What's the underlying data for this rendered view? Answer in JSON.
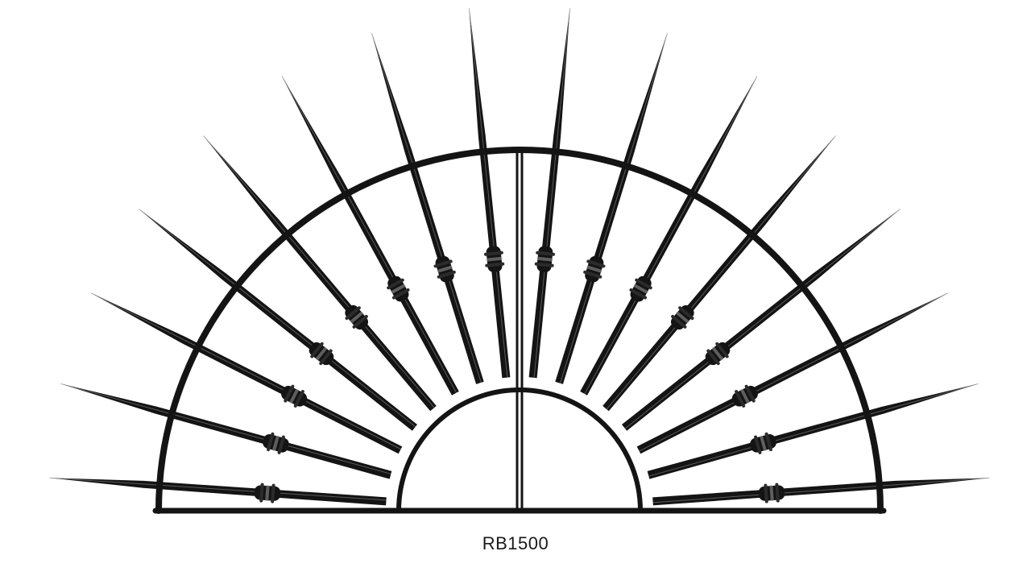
{
  "product": {
    "code": "RB1500"
  },
  "artwork": {
    "subject": "wrought-iron-half-round-spear-panel",
    "spear_count": 16,
    "colors": {
      "iron": "#141414",
      "background": "#ffffff"
    }
  }
}
